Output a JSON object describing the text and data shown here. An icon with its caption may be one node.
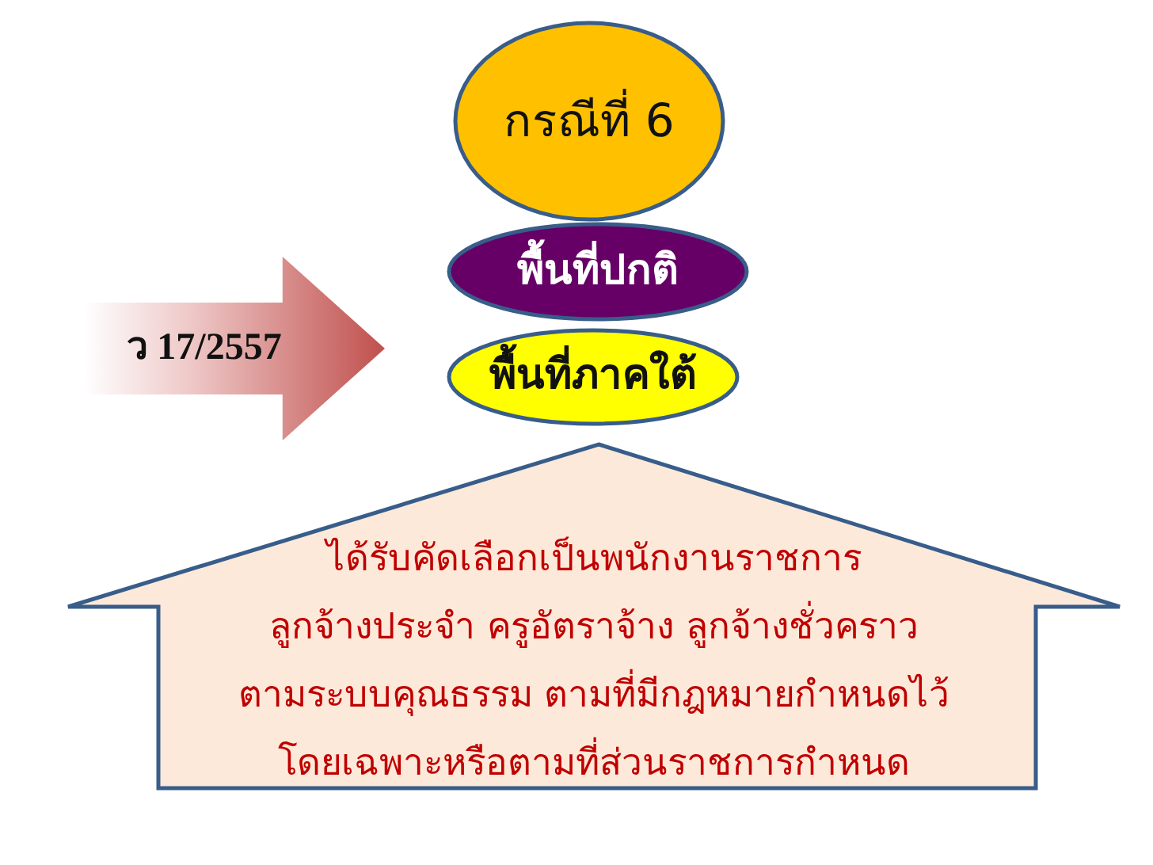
{
  "diagram": {
    "nodes": [
      {
        "text": [
          "กรณีที่ 6"
        ]
      },
      {
        "text": [
          "พื้นที่ปกติ"
        ]
      },
      {
        "text": [
          "ว 17/2557"
        ]
      },
      {
        "text": [
          "พื้นที่ภาคใต้"
        ]
      },
      {
        "text": [
          "ได้รับคัดเลือกเป็นพนักงานราชการ ลูกจ้างประจำ ครูอัตราจ้าง ลูกจ้างชั่วคราว ตามระบบคุณธรรม ตามที่มีกฎหมายกำหนดไว้ โดยเฉพาะหรือตามที่ส่วนราชการกำหนด"
        ]
      }
    ]
  }
}
